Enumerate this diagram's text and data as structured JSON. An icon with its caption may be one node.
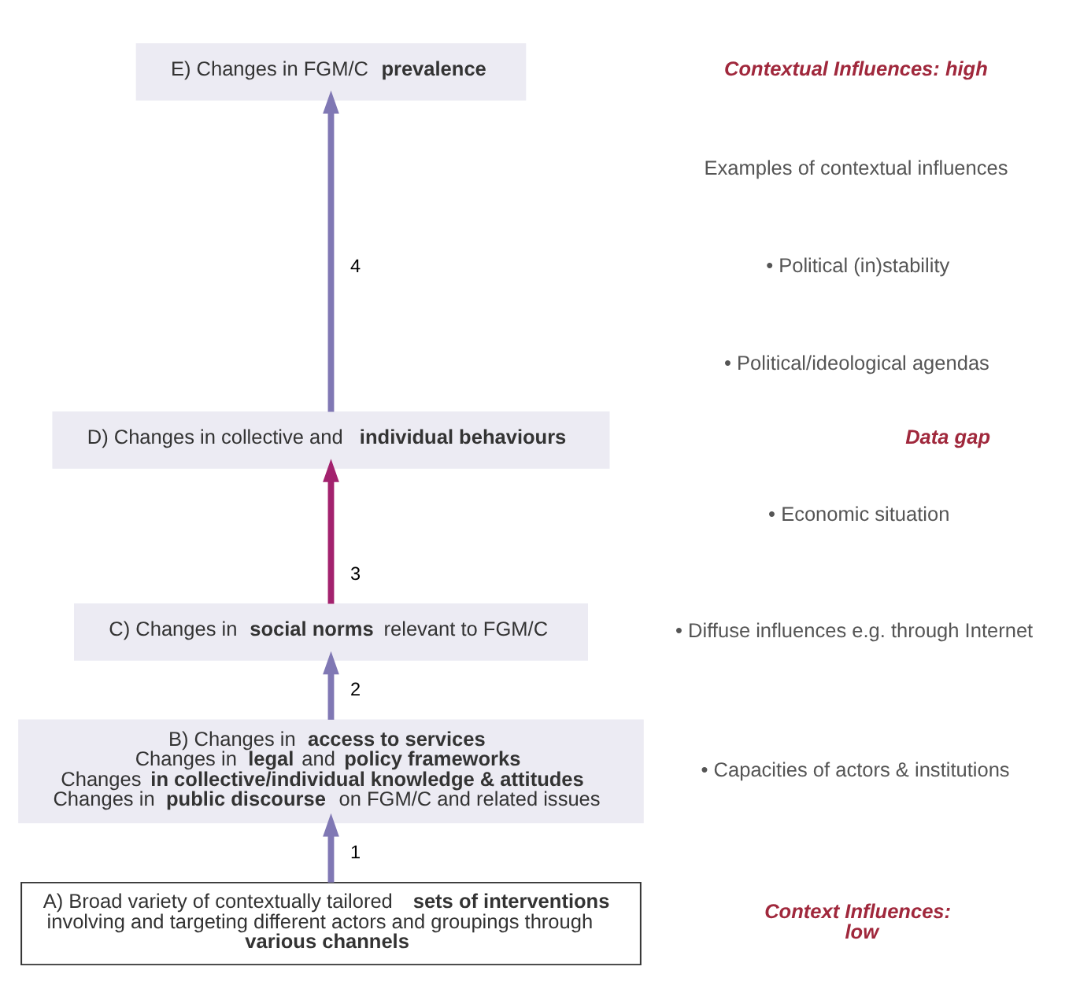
{
  "diagram": {
    "nodes": [
      {
        "text": [
          "E) Changes in FGM/C **prevalence**"
        ]
      },
      {
        "text": [
          "D) Changes in collective and **individual behaviours**"
        ]
      },
      {
        "text": [
          "C) Changes in **social norms** relevant to FGM/C"
        ]
      },
      {
        "text": [
          "B) Changes in **access to services**",
          "Changes in **legal** and **policy frameworks**",
          "Changes **in collective/individual knowledge & attitudes**",
          "Changes in **public discourse** on FGM/C and related issues"
        ]
      },
      {
        "text": [
          "A) Broad variety of contextually tailored **sets of interventions** involving and targeting different actors and groupings through **various channels**"
        ]
      }
    ],
    "edges": [
      {
        "from": 4,
        "to": 3,
        "arrow": "to",
        "label": "1"
      },
      {
        "from": 3,
        "to": 2,
        "arrow": "to",
        "label": "2"
      },
      {
        "from": 2,
        "to": 1,
        "arrow": "to",
        "label": "3",
        "color": "#a3226e"
      },
      {
        "from": 1,
        "to": 0,
        "arrow": "to",
        "label": "4"
      }
    ],
    "labels": [
      "Contextual Influences: high",
      "Examples of contextual influences",
      "• Political (in)stability",
      "• Political/ideological agendas",
      "• Economic situation",
      "• Diffuse influences e.g. through Internet",
      "• Capacities of actors & institutions",
      "Data gap",
      "Context Influences: low"
    ]
  }
}
